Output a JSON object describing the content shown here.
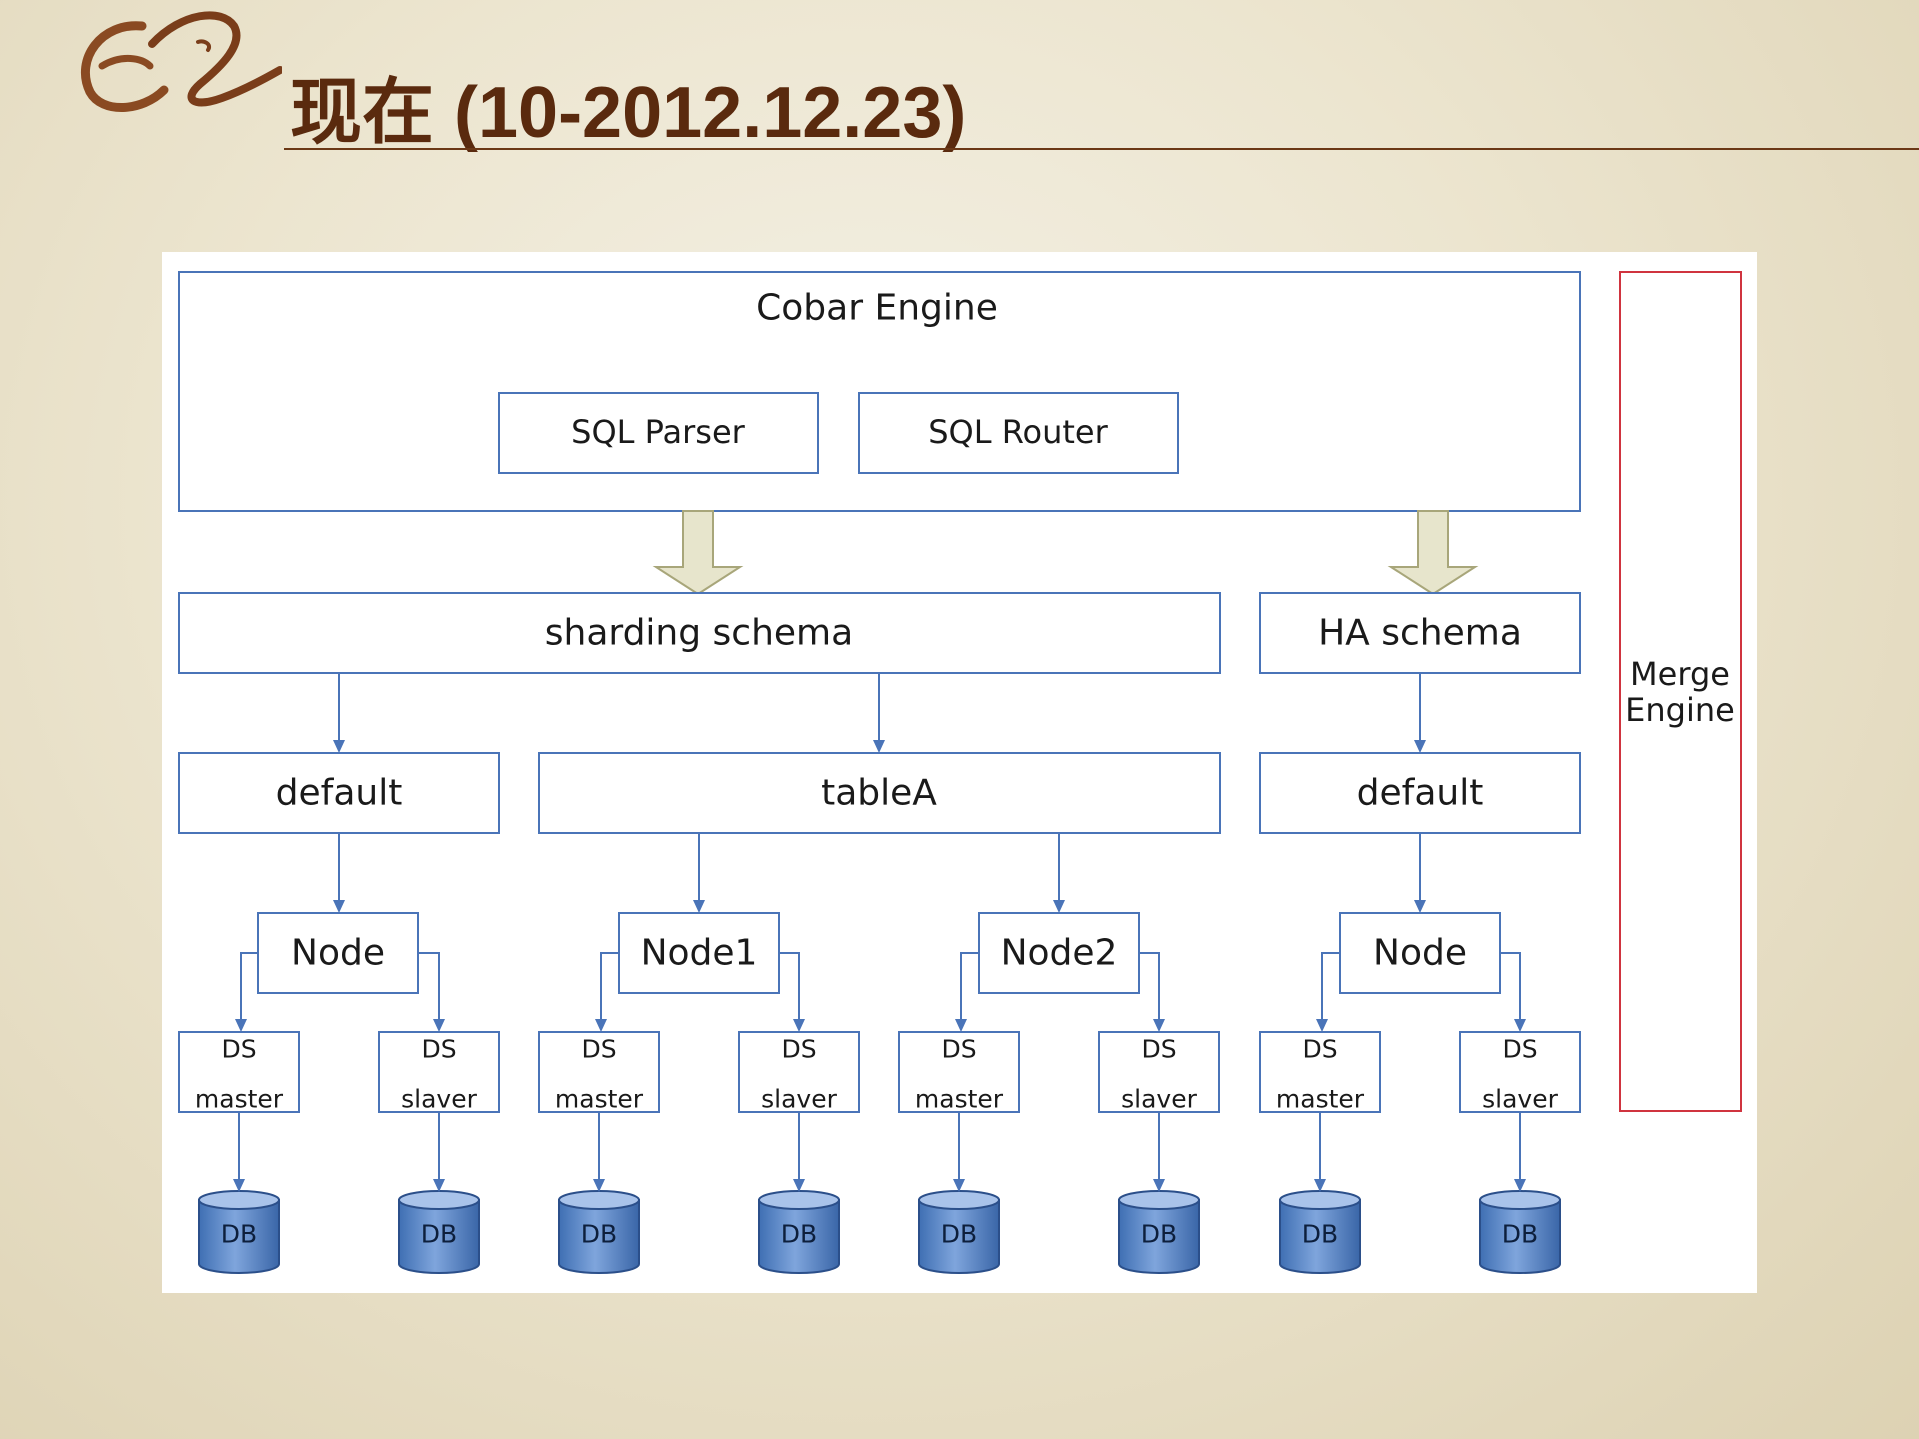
{
  "slide": {
    "title": "现在 (10-2012.12.23)"
  },
  "colors": {
    "title": "#5a2a0e",
    "box_border": "#4a74b8",
    "merge_border": "#d0343f",
    "db_fill": "#5b89c9"
  },
  "icons": {
    "logo": "alibaba-logo-icon",
    "database": "database-icon"
  },
  "diagram": {
    "engine": {
      "title": "Cobar Engine",
      "components": [
        "SQL Parser",
        "SQL Router"
      ]
    },
    "schemas": [
      {
        "label": "sharding schema",
        "children": [
          {
            "label": "default",
            "nodes": [
              {
                "label": "Node",
                "ds": [
                  [
                    "DS",
                    "master"
                  ],
                  [
                    "DS",
                    "slaver"
                  ]
                ]
              }
            ]
          },
          {
            "label": "tableA",
            "nodes": [
              {
                "label": "Node1",
                "ds": [
                  [
                    "DS",
                    "master"
                  ],
                  [
                    "DS",
                    "slaver"
                  ]
                ]
              },
              {
                "label": "Node2",
                "ds": [
                  [
                    "DS",
                    "master"
                  ],
                  [
                    "DS",
                    "slaver"
                  ]
                ]
              }
            ]
          }
        ]
      },
      {
        "label": "HA schema",
        "children": [
          {
            "label": "default",
            "nodes": [
              {
                "label": "Node",
                "ds": [
                  [
                    "DS",
                    "master"
                  ],
                  [
                    "DS",
                    "slaver"
                  ]
                ]
              }
            ]
          }
        ]
      }
    ],
    "db_label": "DB",
    "merge": [
      "Merge",
      "Engine"
    ]
  }
}
